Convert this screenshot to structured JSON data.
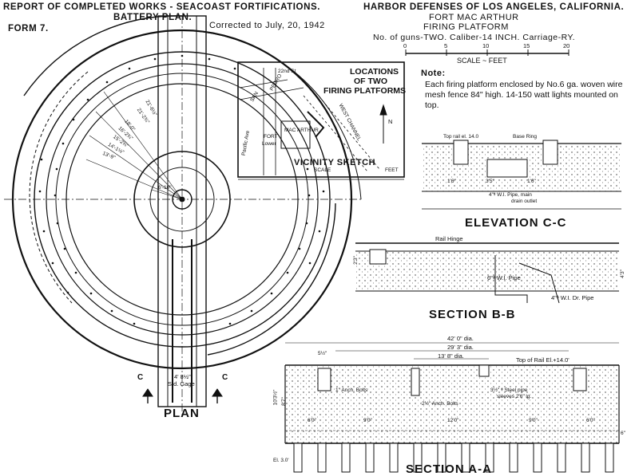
{
  "header": {
    "left_line1": "REPORT OF COMPLETED WORKS - SEACOAST FORTIFICATIONS.",
    "left_line2": "BATTERY  PLAN.",
    "form": "FORM 7.",
    "corrected": "Corrected to July, 20, 1942",
    "right_line1": "HARBOR DEFENSES OF LOS ANGELES, CALIFORNIA.",
    "right_line2": "FORT MAC ARTHUR",
    "right_line3": "FIRING  PLATFORM",
    "right_line4": "No. of guns-TWO.   Caliber-14 INCH.   Carriage-RY."
  },
  "scale": {
    "ticks": [
      "0",
      "5",
      "10",
      "15",
      "20"
    ],
    "label": "SCALE  ~  FEET"
  },
  "note": {
    "heading": "Note:",
    "text": "Each firing platform enclosed by No.6 ga. woven wire mesh fence 84\" high. 14-150 watt lights mounted on top."
  },
  "vicinity": {
    "title_line1": "LOCATIONS",
    "title_line2": "OF TWO",
    "title_line3": "FIRING PLATFORMS",
    "caption": "VICINITY SKETCH",
    "scale_left": "SCALE",
    "scale_right": "FEET",
    "street1": "22nd St",
    "street2": "PEDRO",
    "street3": "SAN",
    "avenue": "Pacific Ave",
    "fort": "FORT",
    "fort2": "Lower",
    "macarthur": "MAC ARTHUR",
    "channel": "WEST CHANNEL",
    "north": "N"
  },
  "plan": {
    "title": "PLAN",
    "gage": "4' 8½\"",
    "gage2": "Std. Gage",
    "section_c": "C",
    "dims": [
      "21'-6½\"",
      "21'-2¾\"",
      "18'-0\"",
      "16'-2¾\"",
      "15'-2¾\"",
      "14'-1½\"",
      "13'-9\"",
      "6'-10\""
    ]
  },
  "elevation": {
    "title": "ELEVATION C-C",
    "top_rail": "Top rail el. 14.0",
    "base_ring": "Base Ring",
    "pipe": "4\"ᶲ W.I. Pipe, main",
    "pipe2": "drain outlet",
    "dim1": "1'6\"",
    "dim2": "3'5\"",
    "dim3": "1'6\""
  },
  "section_b": {
    "title": "SECTION B-B",
    "rail_hinge": "Rail Hinge",
    "pipe": "6\"ᶲ W.I. Pipe",
    "dr_pipe": "4\"ᶲ W.I. Dr. Pipe",
    "dim_left": "2'3\"",
    "dim_right": "4'3\""
  },
  "section_a": {
    "title": "SECTION A-A",
    "d1": "42' 0\" dia.",
    "d2": "29' 3\" dia.",
    "d3": "13' 8\" dia.",
    "top_of_rail": "Top of Rail El.+14.0'",
    "anch1": "1\" Anch. Bolts",
    "anch2": "2½\" Anch. Bolts",
    "steel": "3½\" ᶲ Steel pipe",
    "steel2": "sleeves 2'6\" lg.",
    "spans": [
      "6'0\"",
      "9'0\"",
      "12'0\"",
      "9'0\"",
      "6'0\""
    ],
    "left_dims": [
      "10'3½\"",
      "8'7\""
    ],
    "el": "El. 3.0'",
    "right_dim": "6\"",
    "top_dim": "5½\""
  }
}
